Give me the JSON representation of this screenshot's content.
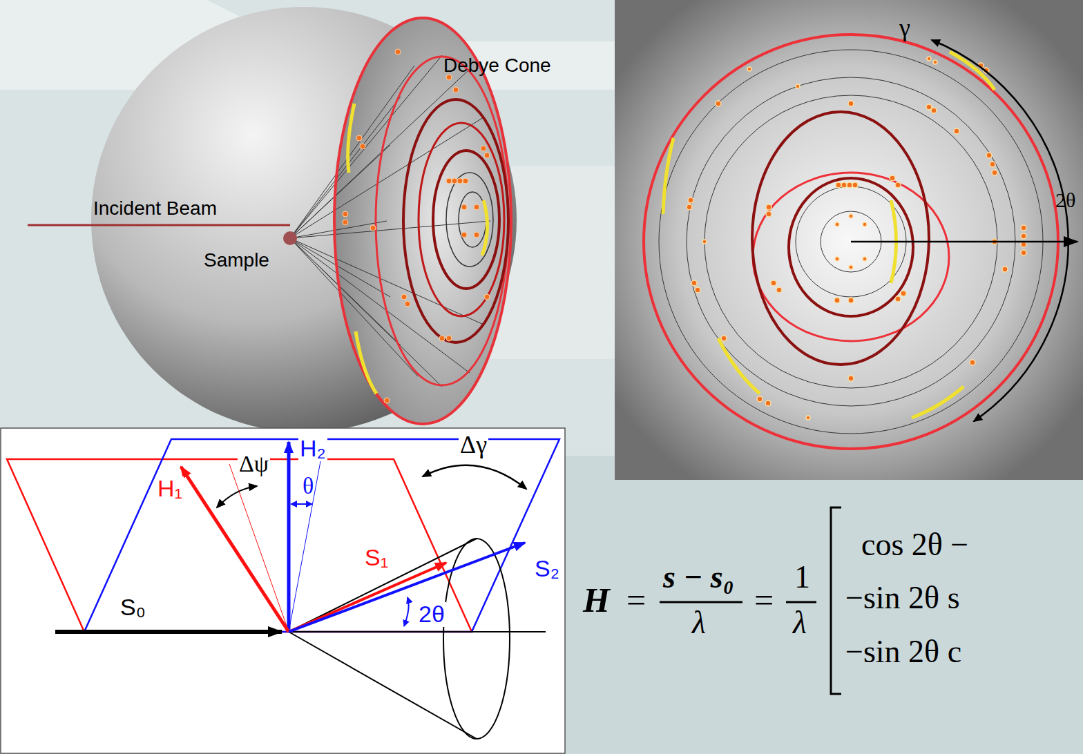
{
  "diagram": {
    "labels": [
      "Debye Cone",
      "Incident Beam",
      "Sample",
      "γ",
      "2θ",
      "H₂",
      "H₁",
      "Δψ",
      "θ",
      "Δγ",
      "S₁",
      "S₂",
      "S₀",
      "2θ",
      "H",
      "=",
      "s − s₀",
      "λ",
      "=",
      "1",
      "λ",
      "cos 2θ −",
      "−sin 2θ s",
      "−sin 2θ c"
    ]
  }
}
